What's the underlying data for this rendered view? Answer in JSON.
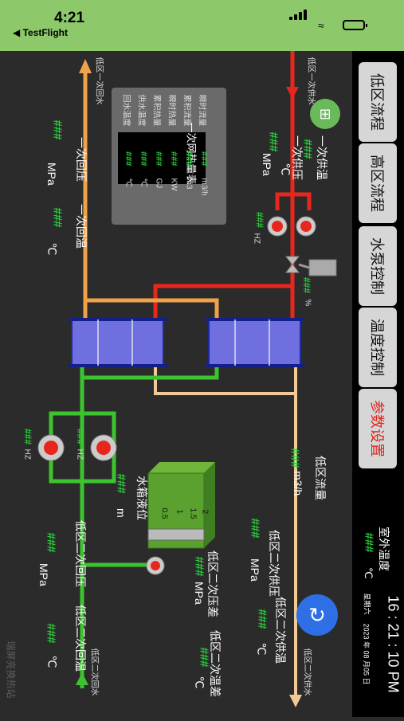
{
  "status_bar": {
    "time": "4:21",
    "back_label": "◀ TestFlight"
  },
  "nav": {
    "buttons": [
      {
        "label": "低区流程",
        "active": false
      },
      {
        "label": "高区流程",
        "active": false
      },
      {
        "label": "水泵控制",
        "active": false
      },
      {
        "label": "温度控制",
        "active": false
      },
      {
        "label": "参数设置",
        "active": true
      }
    ],
    "outdoor_label": "室外温度",
    "outdoor_value": "###",
    "outdoor_unit": "℃",
    "clock": "16 : 21 : 10 PM",
    "weekday": "星期六",
    "date": "2023 年 08 月05 日"
  },
  "diagram": {
    "primary_supply_pipe": "低区一次供水",
    "primary_return_pipe": "低区一次回水",
    "secondary_supply_pipe": "低区二次供水",
    "secondary_return_pipe": "低区二次回水",
    "heat_meter": {
      "title": "一次网热量表",
      "rows": [
        {
          "name": "瞬时流量",
          "value": "###",
          "unit": "m3/h"
        },
        {
          "name": "累积流量",
          "value": "###",
          "unit": "m3"
        },
        {
          "name": "瞬时热量",
          "value": "###",
          "unit": "KW"
        },
        {
          "name": "累积热量",
          "value": "###",
          "unit": "GJ"
        },
        {
          "name": "供水温度",
          "value": "###",
          "unit": "℃"
        },
        {
          "name": "回水温度",
          "value": "###",
          "unit": "℃"
        }
      ]
    },
    "primary_supply_temp": {
      "label": "一次供温",
      "value": "###",
      "unit": "℃"
    },
    "primary_supply_pressure": {
      "label": "一次供压",
      "value": "###",
      "unit": "MPa"
    },
    "primary_return_pressure": {
      "label": "一次回压",
      "value": "###",
      "unit": "MPa"
    },
    "primary_return_temp": {
      "label": "一次回温",
      "value": "###",
      "unit": "℃"
    },
    "pump_freq_primary": {
      "value": "###",
      "unit": "HZ"
    },
    "valve_opening": {
      "value": "###",
      "unit": "%"
    },
    "low_flow": {
      "label": "低区流量",
      "value": "###",
      "unit": "m3/h"
    },
    "circ_pump_1": {
      "value": "###",
      "unit": "HZ"
    },
    "circ_pump_2": {
      "value": "###",
      "unit": "HZ"
    },
    "tank": {
      "label": "水箱液位",
      "value": "###",
      "unit": "m",
      "scale": [
        "2",
        "1.5",
        "1",
        "0.5"
      ]
    },
    "sec_return_pressure": {
      "label": "低区二次回压",
      "value": "###",
      "unit": "MPa"
    },
    "sec_return_temp": {
      "label": "低区二次回温",
      "value": "###",
      "unit": "℃"
    },
    "sec_supply_pressure": {
      "label": "低区二次供压",
      "value": "###",
      "unit": "MPa"
    },
    "sec_supply_temp": {
      "label": "低区二次供温",
      "value": "###",
      "unit": "℃"
    },
    "sec_pressure_diff": {
      "label": "低区二次压差",
      "value": "###",
      "unit": "MPa"
    },
    "sec_temp_diff": {
      "label": "低区二次温差",
      "value": "###",
      "unit": "℃"
    },
    "watermark": "瑞屏亮换热站"
  },
  "colors": {
    "supply_red": "#e8271c",
    "primary_return_orange": "#f0a24a",
    "return_beige": "#f2c896",
    "return_green": "#3cc42e",
    "button_active_text": "#e0261c"
  }
}
